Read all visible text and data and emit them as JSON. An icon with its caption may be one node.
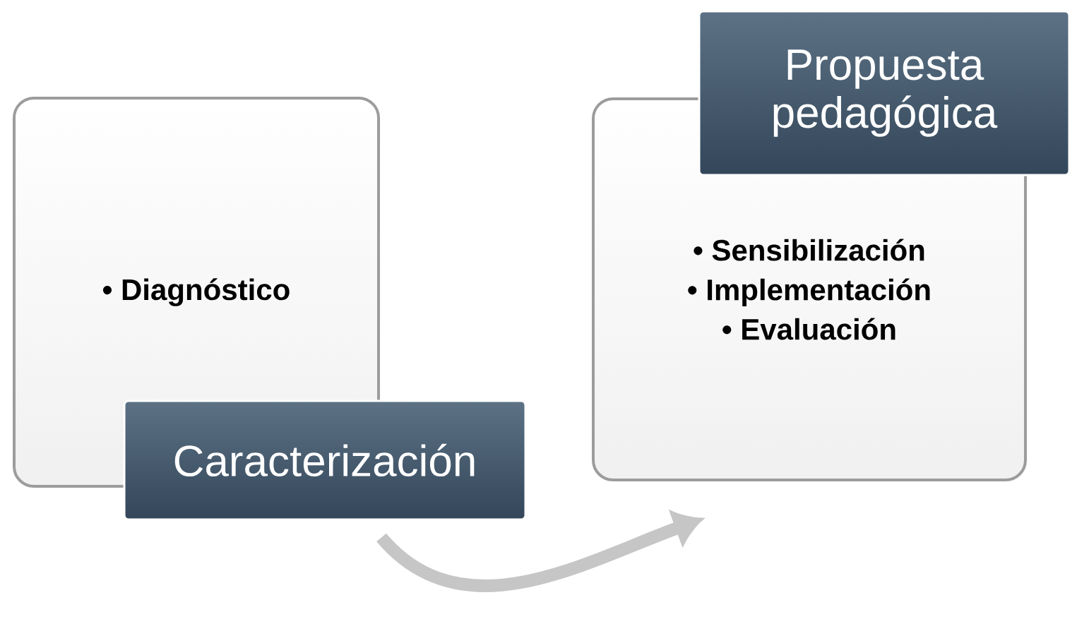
{
  "diagram": {
    "nodes": [
      {
        "text": [
          "• Diagnóstico"
        ]
      },
      {
        "text": [
          "Caracterización"
        ]
      },
      {
        "text": [
          "• Sensibilización",
          "• Implementación",
          "• Evaluación"
        ]
      },
      {
        "text": [
          "Propuesta pedagógica"
        ]
      }
    ],
    "edges": [
      {
        "from": 1,
        "to": 2,
        "arrow": "to"
      }
    ]
  }
}
